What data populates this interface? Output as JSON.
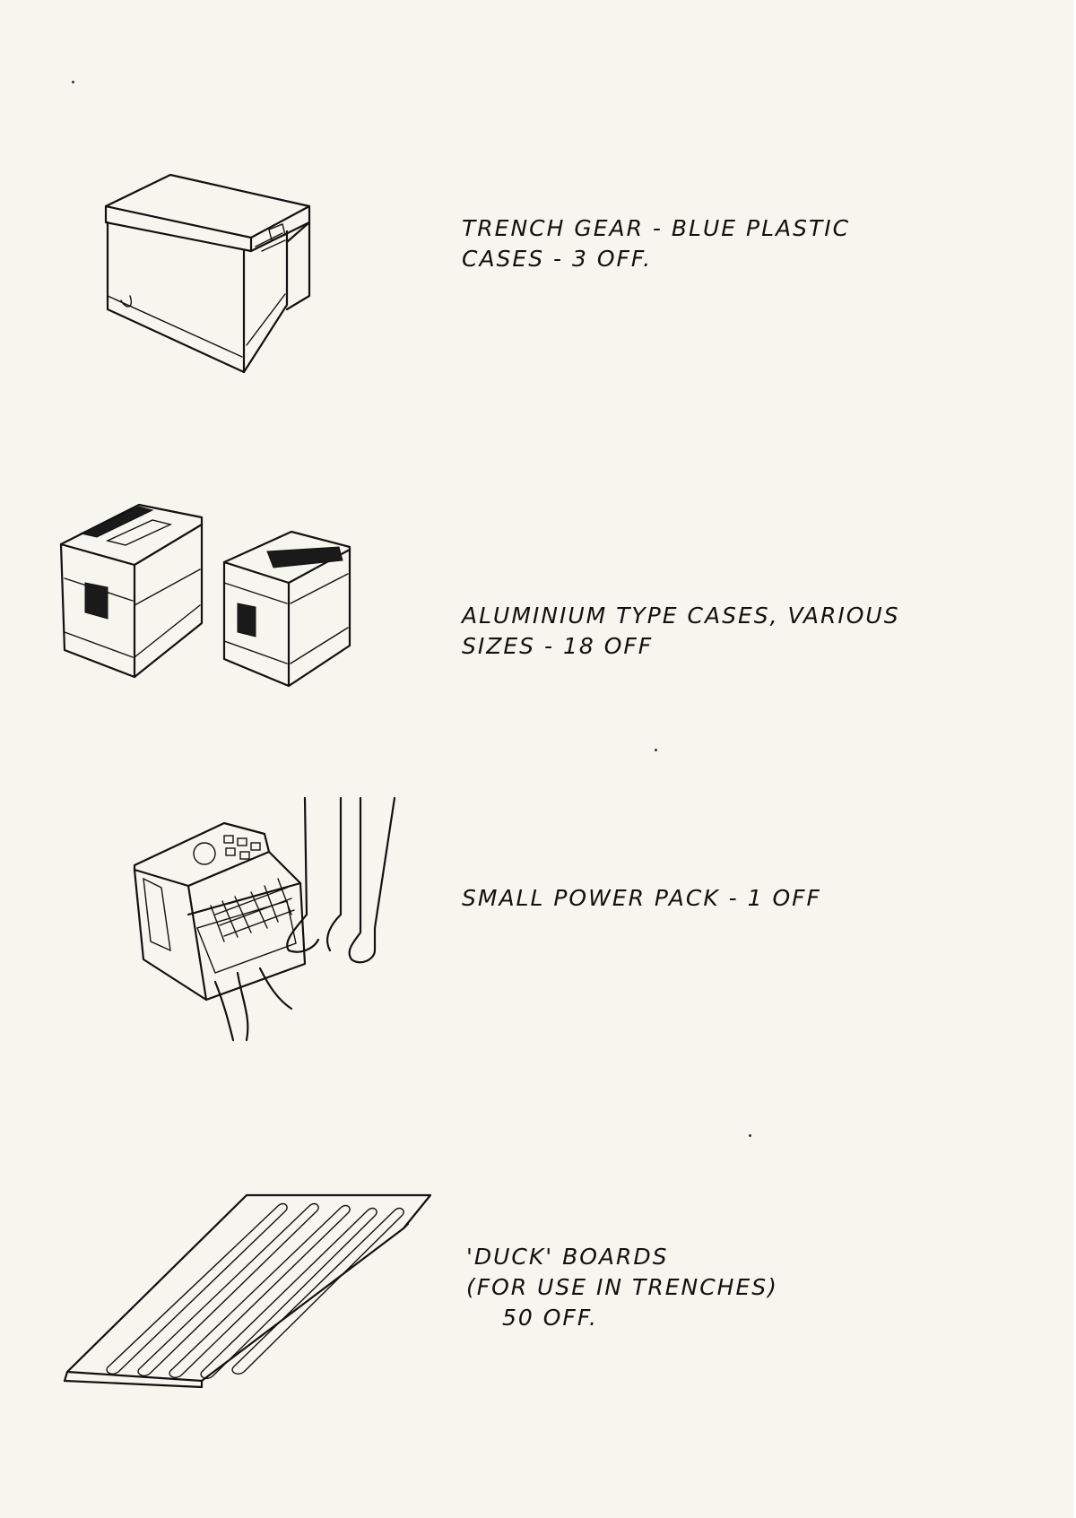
{
  "items": [
    {
      "lines": [
        "TRENCH GEAR - BLUE PLASTIC",
        "CASES - 3 OFF."
      ],
      "icon": "plastic-crate"
    },
    {
      "lines": [
        "ALUMINIUM TYPE CASES, VARIOUS",
        "SIZES - 18 OFF"
      ],
      "icon": "aluminium-cases"
    },
    {
      "lines": [
        "SMALL POWER PACK - 1 OFF"
      ],
      "icon": "power-pack"
    },
    {
      "lines": [
        "'DUCK' BOARDS",
        "(FOR USE IN TRENCHES)",
        "50 OFF."
      ],
      "icon": "duck-board"
    }
  ]
}
